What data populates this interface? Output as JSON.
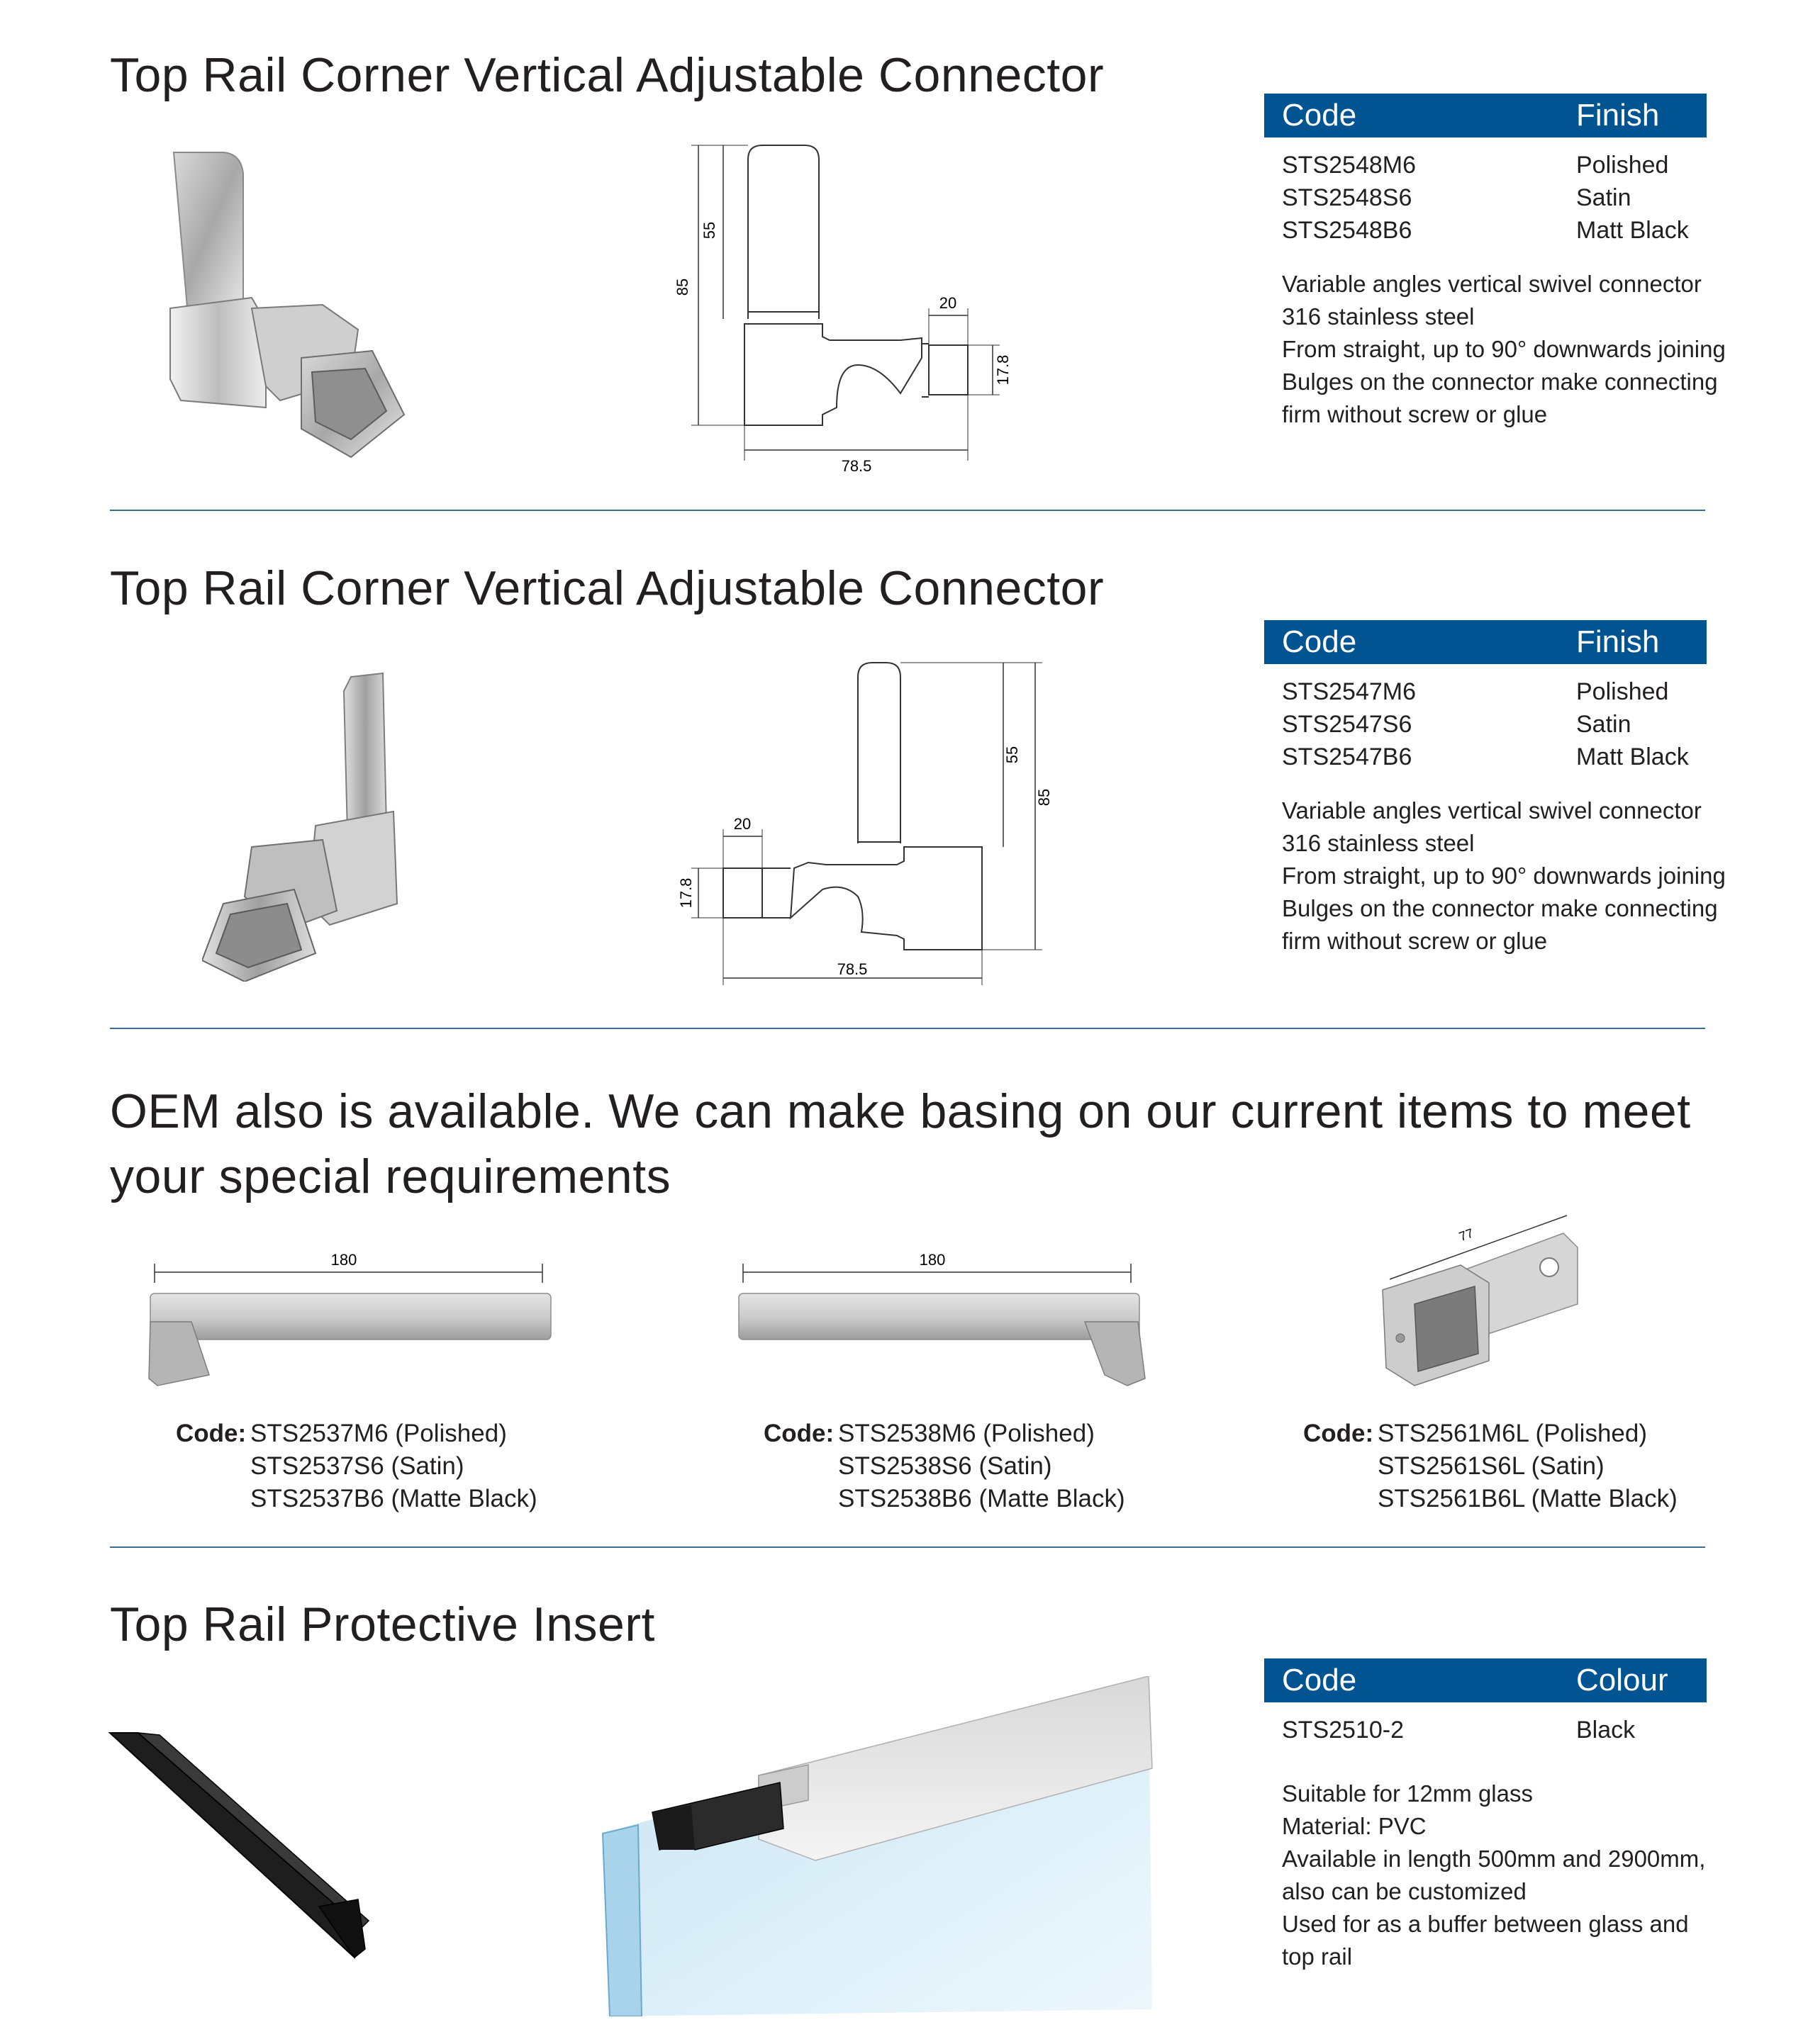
{
  "section1": {
    "title": "Top Rail Corner Vertical Adjustable Connector",
    "table": {
      "headers": [
        "Code",
        "Finish"
      ],
      "rows": [
        [
          "STS2548M6",
          "Polished"
        ],
        [
          "STS2548S6",
          "Satin"
        ],
        [
          "STS2548B6",
          "Matt Black"
        ]
      ]
    },
    "description": [
      "Variable angles vertical swivel connector",
      "316 stainless steel",
      "From straight, up to 90° downwards joining",
      "Bulges on the connector make connecting",
      "firm without screw or glue"
    ],
    "dims": [
      "85",
      "55",
      "20",
      "17.8",
      "78.5"
    ]
  },
  "section2": {
    "title": "Top Rail Corner Vertical Adjustable Connector",
    "table": {
      "headers": [
        "Code",
        "Finish"
      ],
      "rows": [
        [
          "STS2547M6",
          "Polished"
        ],
        [
          "STS2547S6",
          "Satin"
        ],
        [
          "STS2547B6",
          "Matt Black"
        ]
      ]
    },
    "description": [
      "Variable angles vertical swivel connector",
      "316 stainless steel",
      "From straight, up to 90° downwards joining",
      "Bulges on the connector make connecting",
      "firm without screw or glue"
    ],
    "dims": [
      "55",
      "85",
      "20",
      "17.8",
      "78.5"
    ]
  },
  "section3": {
    "title_line1": "OEM also is available. We can make basing on our current items to meet",
    "title_line2": "your special requirements",
    "code_label": "Code:",
    "products": [
      {
        "dim": "180",
        "codes": [
          "STS2537M6 (Polished)",
          "STS2537S6 (Satin)",
          "STS2537B6 (Matte Black)"
        ]
      },
      {
        "dim": "180",
        "codes": [
          "STS2538M6 (Polished)",
          "STS2538S6 (Satin)",
          "STS2538B6 (Matte Black)"
        ]
      },
      {
        "dim": "77",
        "codes": [
          "STS2561M6L (Polished)",
          "STS2561S6L (Satin)",
          "STS2561B6L (Matte Black)"
        ]
      }
    ]
  },
  "section4": {
    "title": "Top Rail Protective Insert",
    "table": {
      "headers": [
        "Code",
        "Colour"
      ],
      "rows": [
        [
          "STS2510-2",
          "Black"
        ]
      ]
    },
    "description": [
      "Suitable for 12mm glass",
      "Material: PVC",
      "Available in length 500mm and 2900mm,",
      "also can be customized",
      "Used for as a buffer between glass and",
      "top rail"
    ]
  },
  "colors": {
    "header_bg": "#005491",
    "divider": "#3e6e8e",
    "text": "#231f20"
  }
}
